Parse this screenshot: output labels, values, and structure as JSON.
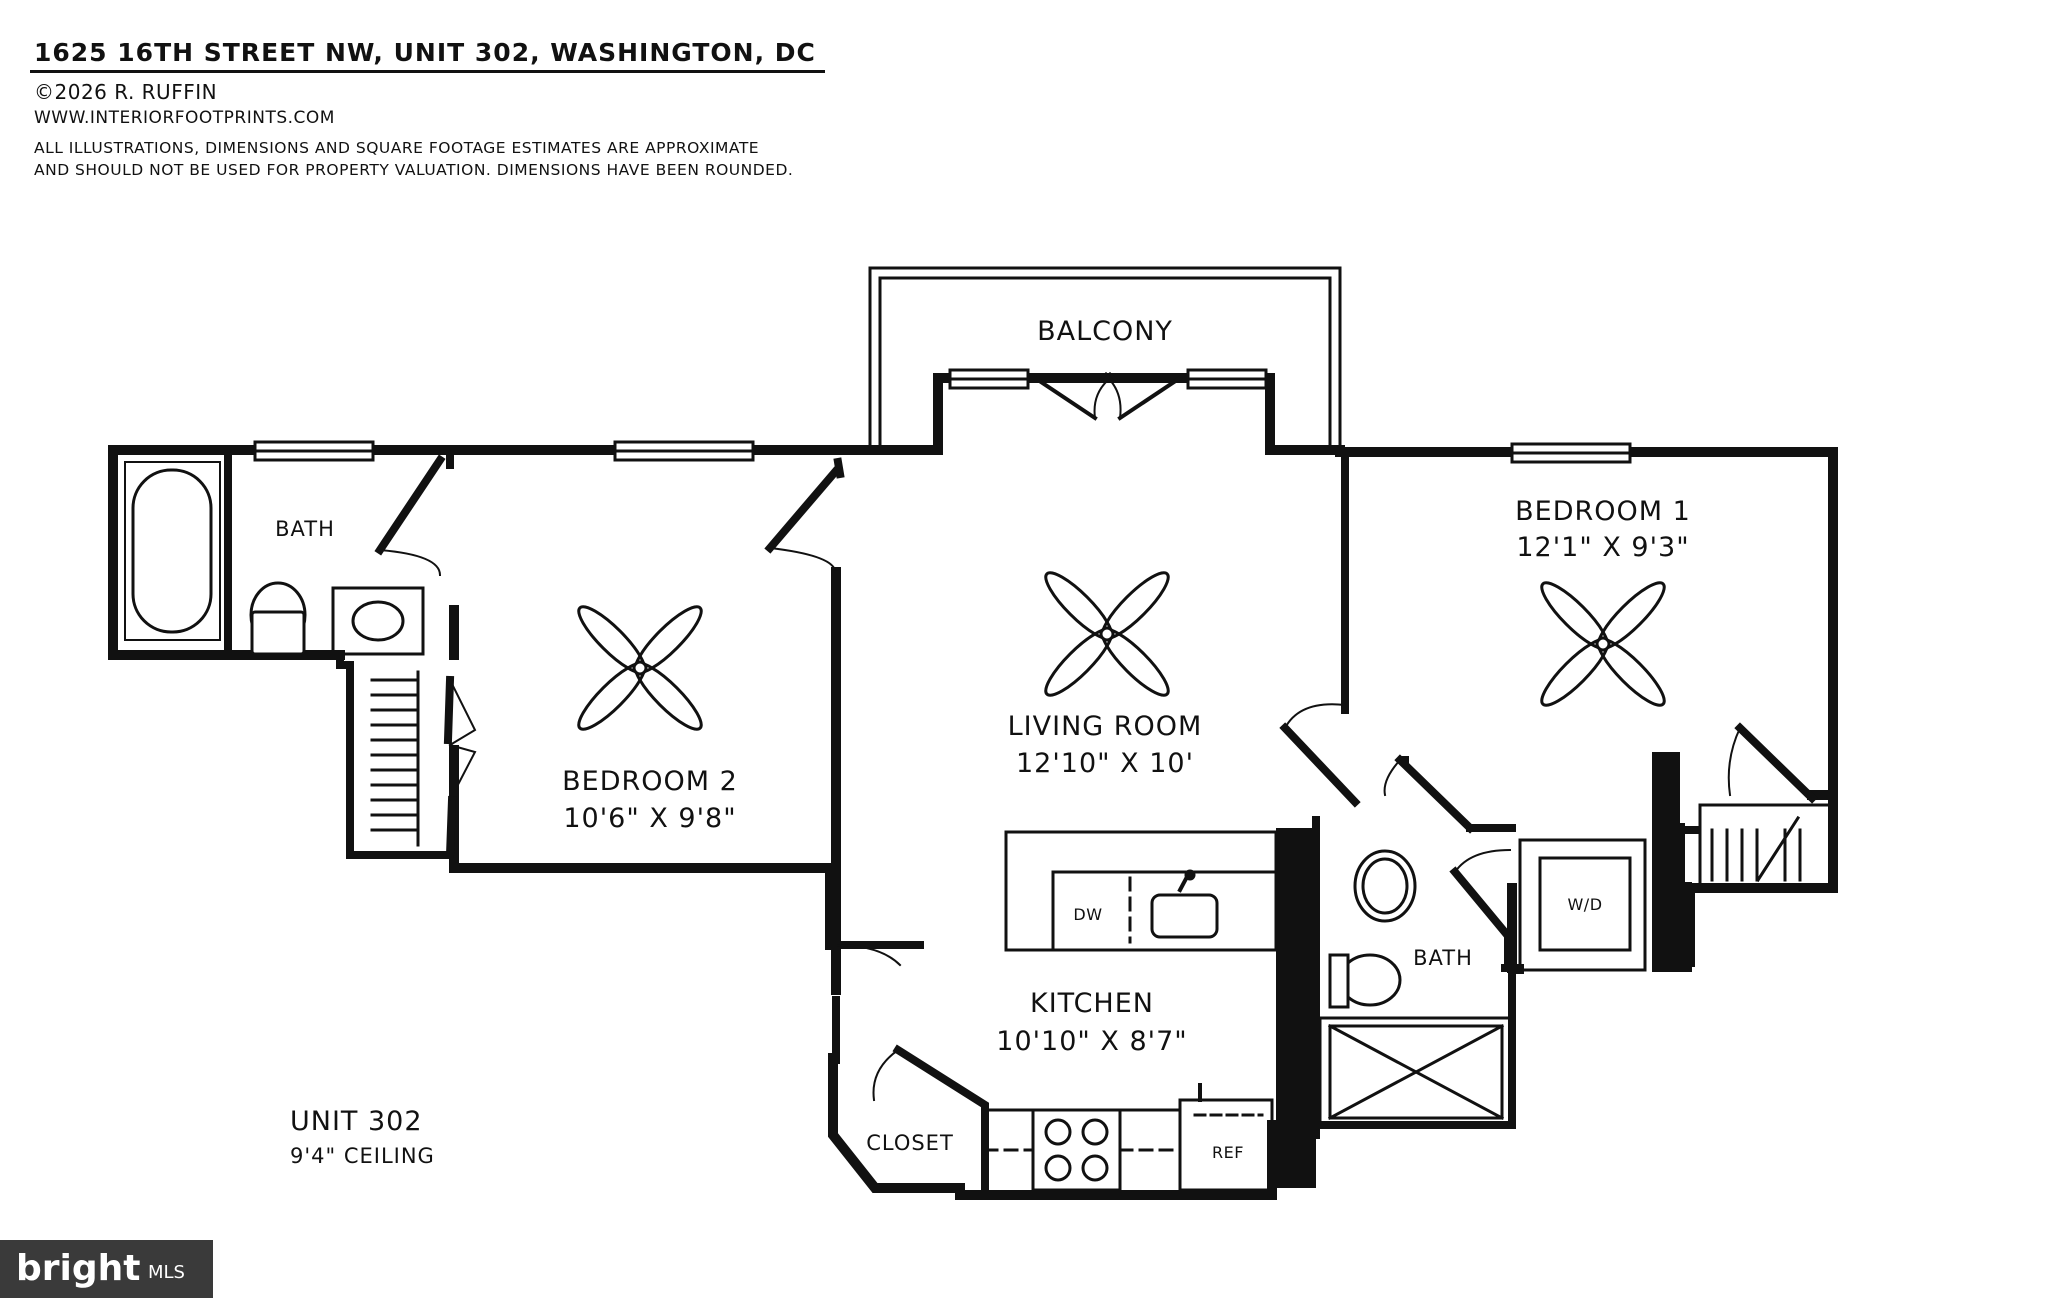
{
  "header": {
    "title": "1625 16TH STREET NW, UNIT 302, WASHINGTON, DC",
    "copyright": "©2026 R. RUFFIN",
    "website": "WWW.INTERIORFOOTPRINTS.COM",
    "disclaimer_line1": "ALL ILLUSTRATIONS, DIMENSIONS AND SQUARE FOOTAGE ESTIMATES ARE APPROXIMATE",
    "disclaimer_line2": "AND  SHOULD NOT BE USED FOR PROPERTY VALUATION. DIMENSIONS HAVE BEEN ROUNDED."
  },
  "rooms": {
    "balcony": {
      "name": "BALCONY"
    },
    "living_room": {
      "name": "LIVING ROOM",
      "dims": "12'10\" X 10'"
    },
    "bedroom1": {
      "name": "BEDROOM 1",
      "dims": "12'1\" X 9'3\""
    },
    "bedroom2": {
      "name": "BEDROOM 2",
      "dims": "10'6\" X 9'8\""
    },
    "kitchen": {
      "name": "KITCHEN",
      "dims": "10'10\" X 8'7\""
    },
    "bath_left": {
      "name": "BATH"
    },
    "bath_right": {
      "name": "BATH"
    },
    "closet": {
      "name": "CLOSET"
    }
  },
  "fixtures": {
    "dishwasher": "DW",
    "refrigerator": "REF",
    "washer_dryer": "W/D"
  },
  "unit": {
    "name": "UNIT 302",
    "ceiling": "9'4\" CEILING"
  },
  "badge": {
    "brand": "bright",
    "suffix": "MLS"
  },
  "colors": {
    "wall": "#111111",
    "background": "#ffffff",
    "badge": "#3a3a3a"
  }
}
